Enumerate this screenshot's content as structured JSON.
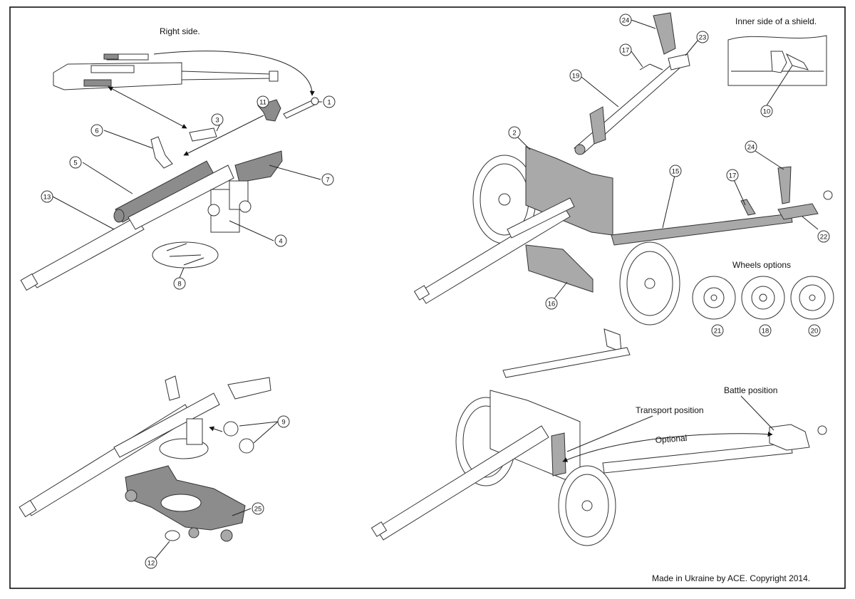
{
  "captions": {
    "right_side": "Right side.",
    "inner_shield": "Inner side of a shield.",
    "wheels_options": "Wheels options",
    "battle_position": "Battle position",
    "transport_position": "Transport position",
    "optional": "Optional",
    "footer": "Made in Ukraine by ACE. Copyright 2014."
  },
  "callouts": {
    "p1": "1",
    "p2": "2",
    "p3": "3",
    "p4": "4",
    "p5": "5",
    "p6": "6",
    "p7": "7",
    "p8": "8",
    "p9": "9",
    "p10": "10",
    "p11": "11",
    "p12": "12",
    "p13": "13",
    "p15": "15",
    "p16": "16",
    "p17a": "17",
    "p17b": "17",
    "p18": "18",
    "p19": "19",
    "p20": "20",
    "p21": "21",
    "p22": "22",
    "p23": "23",
    "p24a": "24",
    "p24b": "24",
    "p25": "25"
  }
}
